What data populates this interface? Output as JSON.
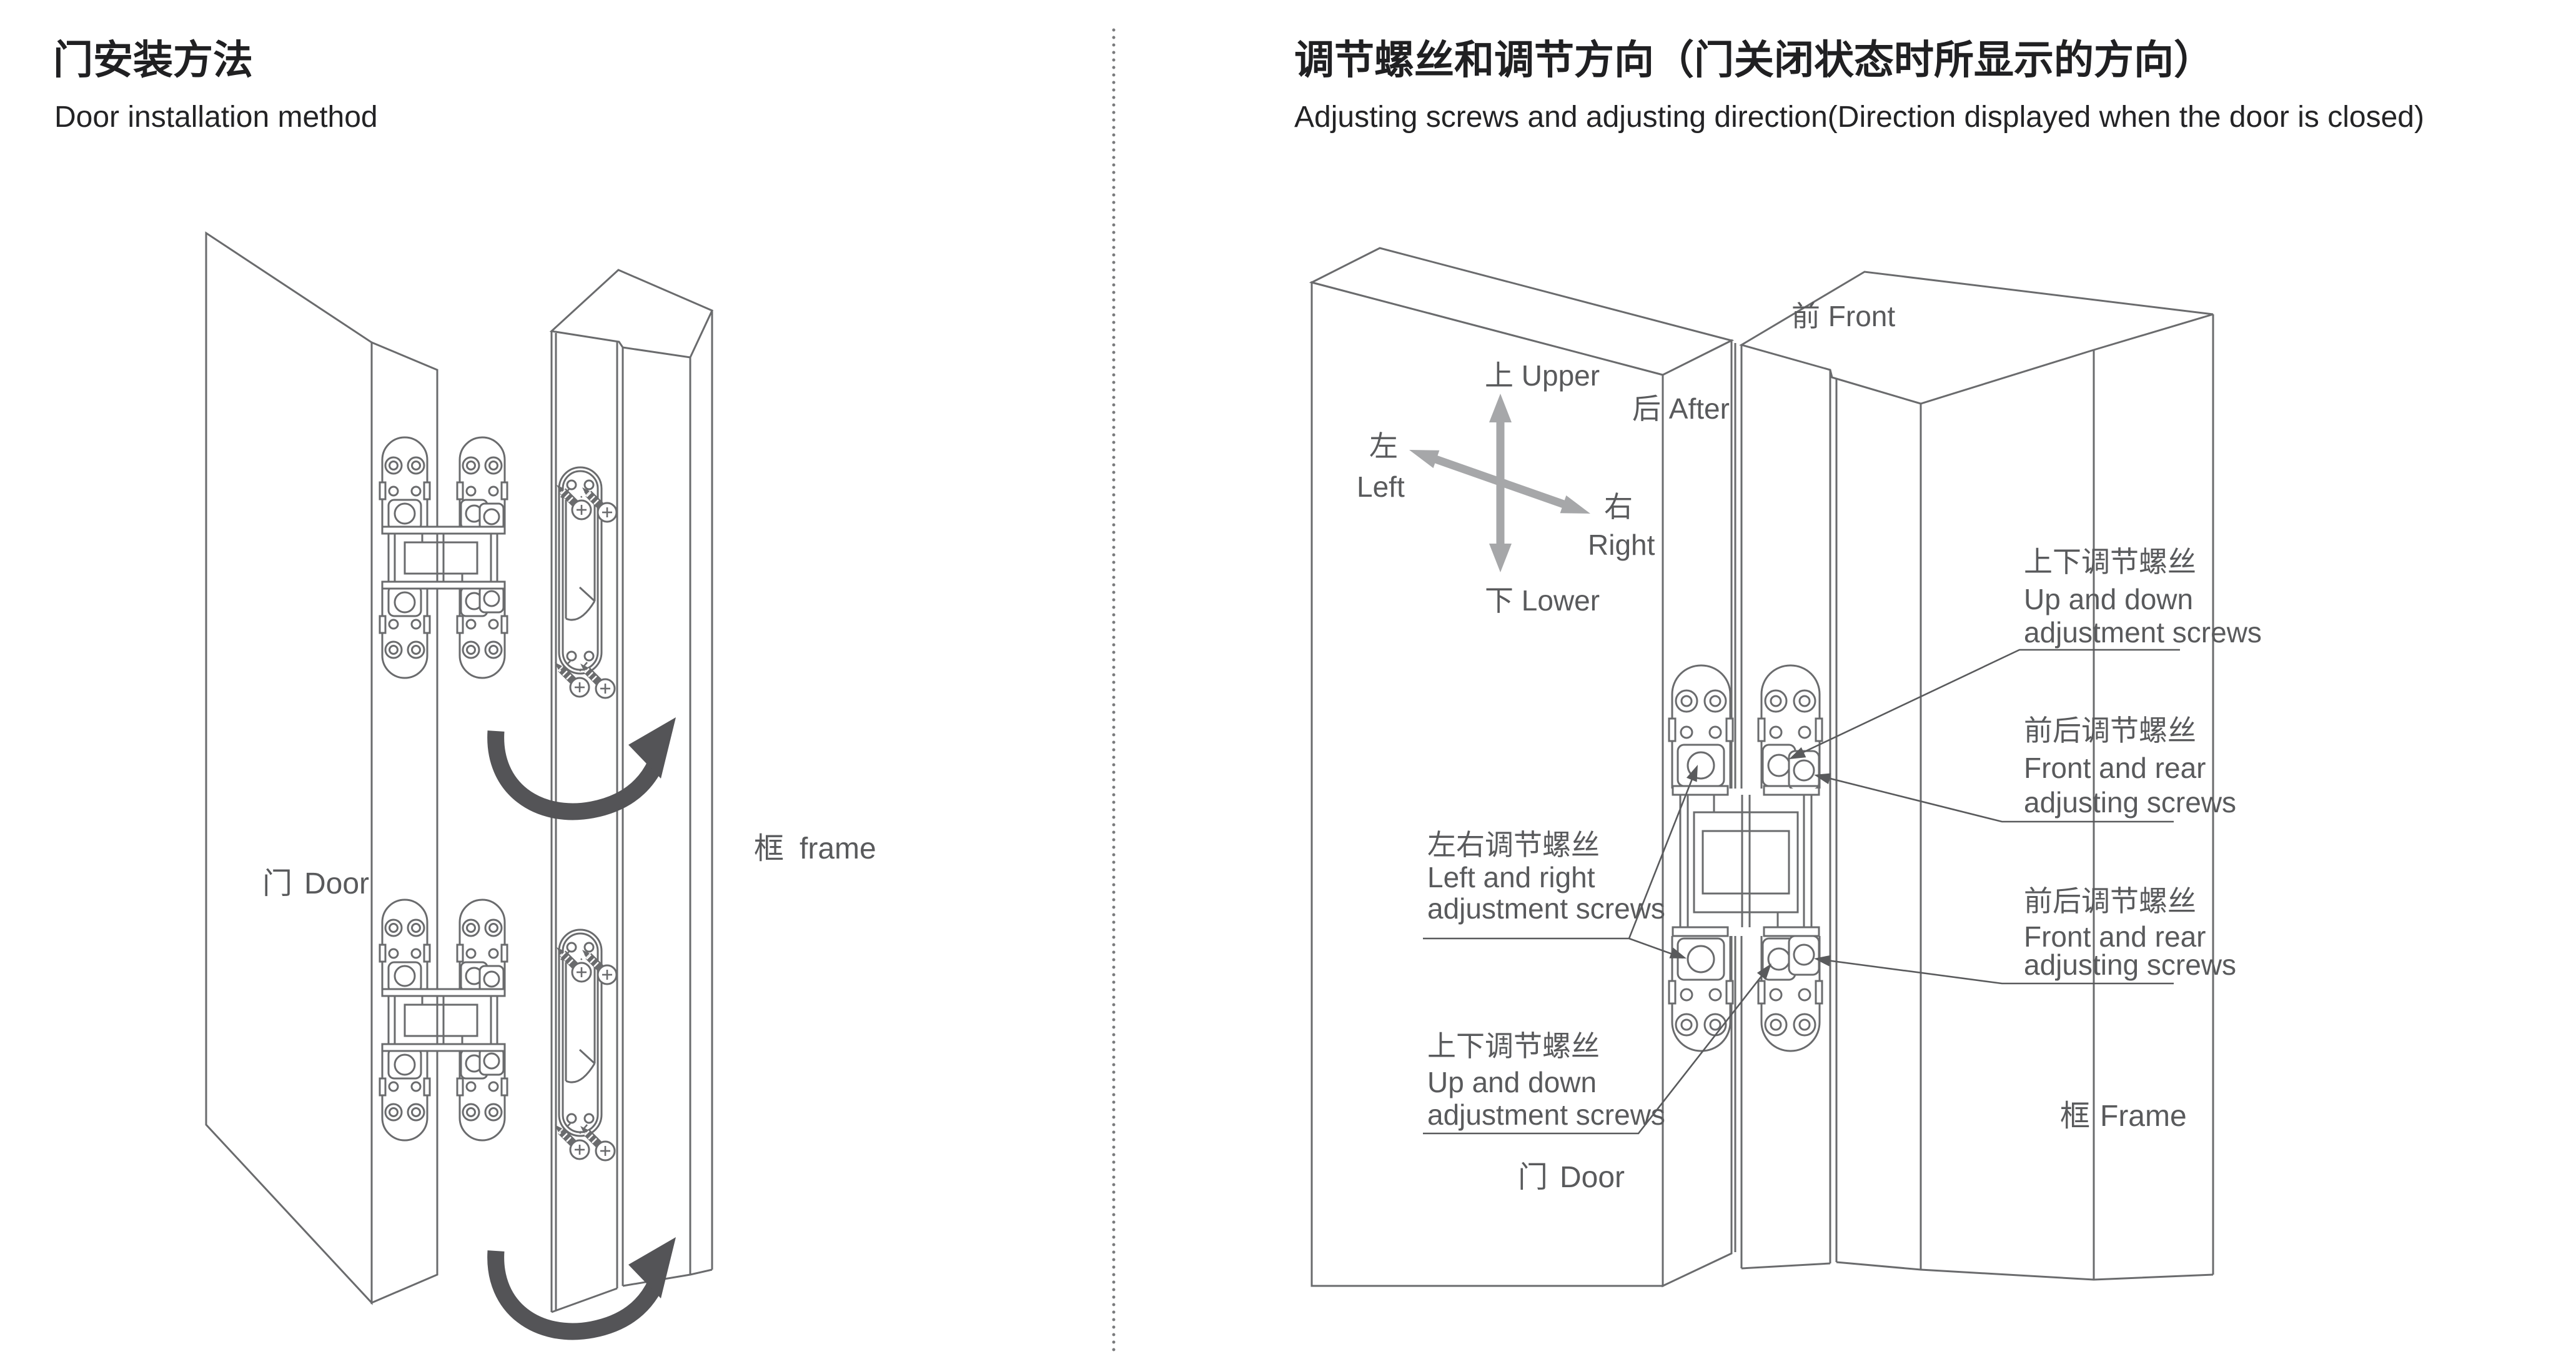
{
  "colors": {
    "line": "#6a6b6d",
    "label_text": "#595a5c",
    "title_text": "#202022",
    "cross_arrow": "#a6a7a9",
    "rotation_arrow": "#545457",
    "background": "#ffffff"
  },
  "left_panel": {
    "title_cjk": "门安装方法",
    "title_en": "Door installation method",
    "door_label_cjk": "门",
    "door_label_en": "Door",
    "frame_label_cjk": "框",
    "frame_label_en": "frame"
  },
  "right_panel": {
    "title_cjk": "调节螺丝和调节方向（门关闭状态时所显示的方向）",
    "title_en": "Adjusting screws and adjusting direction(Direction displayed when the door is closed)",
    "directions": {
      "upper": "上 Upper",
      "lower": "下 Lower",
      "left_cjk": "左",
      "left_en": "Left",
      "right_cjk": "右",
      "right_en": "Right",
      "front": "前 Front",
      "after": "后 After"
    },
    "screw_labels": {
      "ud_top": {
        "cjk": "上下调节螺丝",
        "en1": "Up and down",
        "en2": "adjustment screws"
      },
      "fr_top": {
        "cjk": "前后调节螺丝",
        "en1": "Front and rear",
        "en2": "adjusting screws"
      },
      "fr_bottom": {
        "cjk": "前后调节螺丝",
        "en1": "Front and rear",
        "en2": "adjusting screws"
      },
      "lr": {
        "cjk": "左右调节螺丝",
        "en1": "Left and right",
        "en2": "adjustment screws"
      },
      "ud_bottom": {
        "cjk": "上下调节螺丝",
        "en1": "Up and down",
        "en2": "adjustment screws"
      }
    },
    "door_label_cjk": "门",
    "door_label_en": "Door",
    "frame_label_cjk": "框",
    "frame_label_en": "Frame"
  }
}
